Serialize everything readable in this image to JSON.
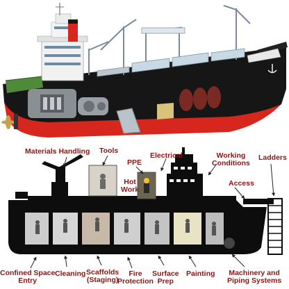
{
  "colors": {
    "label_text": "#8b1512",
    "hull_red": "#d7261e",
    "hull_black": "#161616",
    "superstructure": "#f1f1f1",
    "crane_blue": "#dfe6ee",
    "deck_green": "#4f8a3a",
    "cargo_blue": "#c9d9e3",
    "silhouette": "#0d0d0d",
    "compartment_bg": "#cdcdcd",
    "arrow": "#222222"
  },
  "illustration": {
    "name": "cutaway cargo ship",
    "icons": [
      "ship-icon",
      "crane-icon",
      "engine-icon",
      "propeller-icon",
      "anchor-icon"
    ]
  },
  "labels": {
    "materials_handling": [
      "Materials Handling"
    ],
    "tools": [
      "Tools"
    ],
    "ppe": [
      "PPE"
    ],
    "hot_work": [
      "Hot",
      "Work"
    ],
    "electrical": [
      "Electrical"
    ],
    "working_conditions": [
      "Working",
      "Conditions"
    ],
    "ladders": [
      "Ladders"
    ],
    "access": [
      "Access"
    ],
    "confined_space_entry": [
      "Confined Space",
      "Entry"
    ],
    "cleaning": [
      "Cleaning"
    ],
    "scaffolds": [
      "Scaffolds",
      "(Staging)"
    ],
    "fire_protection": [
      "Fire",
      "Protection"
    ],
    "surface_prep": [
      "Surface",
      "Prep"
    ],
    "painting": [
      "Painting"
    ],
    "machinery_piping": [
      "Machinery and",
      "Piping Systems"
    ]
  }
}
